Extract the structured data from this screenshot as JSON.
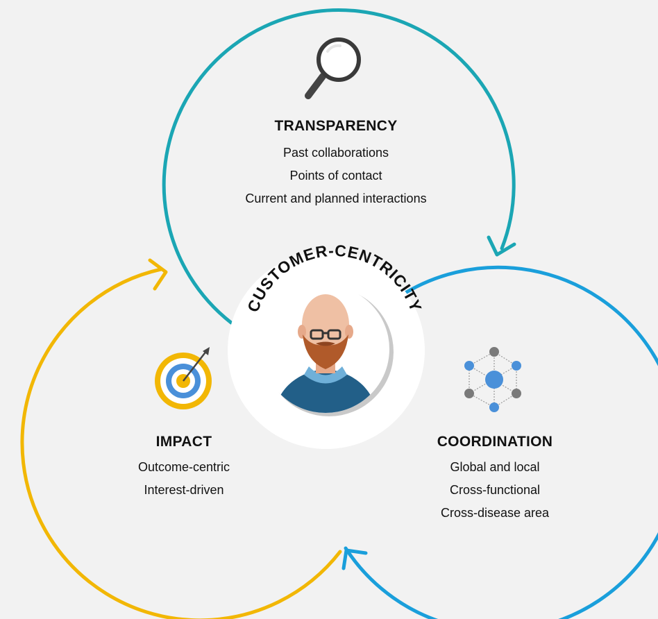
{
  "center": {
    "label": "CUSTOMER-CENTRICITY",
    "icon": "customer-avatar-icon"
  },
  "transparency": {
    "title": "TRANSPARENCY",
    "icon": "magnifier-icon",
    "color": "#1ba6b4",
    "items": [
      "Past collaborations",
      "Points of contact",
      "Current and planned interactions"
    ]
  },
  "impact": {
    "title": "IMPACT",
    "icon": "target-icon",
    "color": "#f2b705",
    "items": [
      "Outcome-centric",
      "Interest-driven"
    ]
  },
  "coordination": {
    "title": "COORDINATION",
    "icon": "network-icon",
    "color": "#1a9fdb",
    "items": [
      "Global and local",
      "Cross-functional",
      "Cross-disease area"
    ]
  }
}
